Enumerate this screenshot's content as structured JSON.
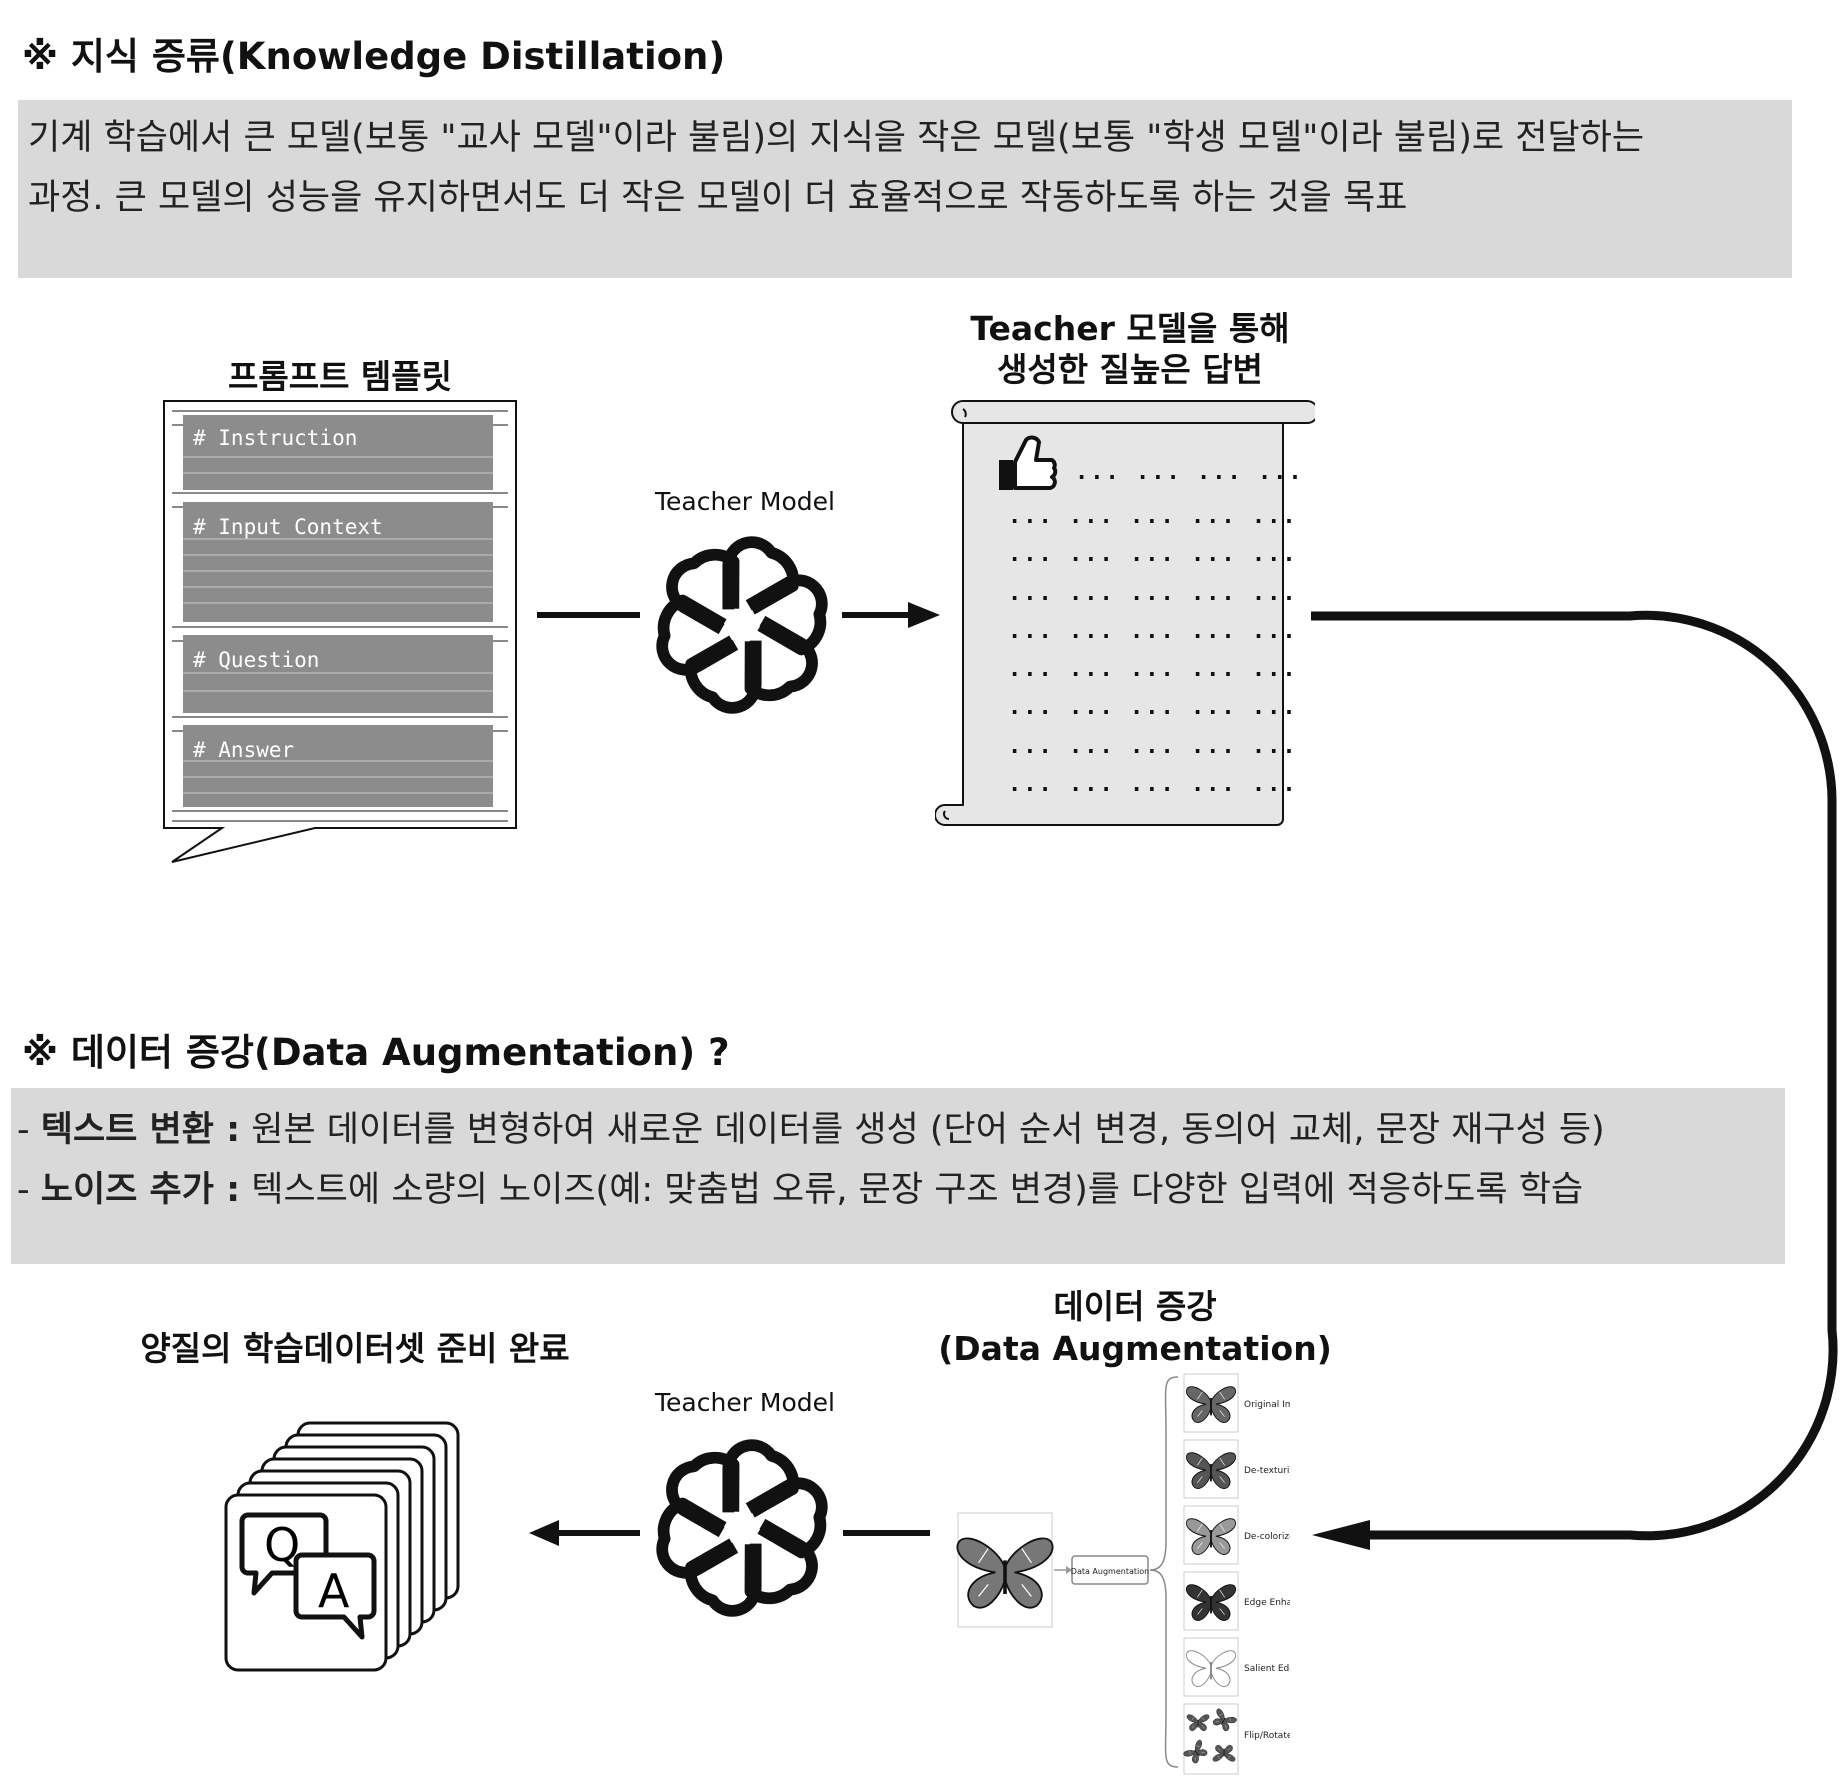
{
  "section1": {
    "title": "※ 지식 증류(Knowledge Distillation)",
    "desc_line1": "기계 학습에서 큰 모델(보통 \"교사 모델\"이라 불림)의 지식을 작은 모델(보통 \"학생 모델\"이라 불림)로 전달하는",
    "desc_line2": "과정.  큰 모델의 성능을 유지하면서도 더 작은 모델이 더 효율적으로 작동하도록 하는 것을 목표"
  },
  "prompt_template": {
    "title": "프롬프트 템플릿",
    "blocks": [
      "# Instruction",
      "# Input Context",
      "# Question",
      "# Answer"
    ]
  },
  "teacher_model_top": {
    "label": "Teacher Model"
  },
  "answer_scroll": {
    "title_line1": "Teacher 모델을 통해",
    "title_line2": "생성한 질높은 답변",
    "first_line": "... ... ... ...",
    "lines": [
      "... ... ... ... ...",
      "... ... ... ... ...",
      "... ... ... ... ...",
      "... ... ... ... ...",
      "... ... ... ... ...",
      "... ... ... ... ...",
      "... ... ... ... ...",
      "... ... ... ... ..."
    ]
  },
  "section2": {
    "title": "※ 데이터 증강(Data Augmentation) ?",
    "item1_label": "텍스트 변환 :",
    "item1_text": "원본 데이터를 변형하여 새로운 데이터를 생성 (단어 순서 변경, 동의어 교체, 문장 재구성 등)",
    "item2_label": "노이즈 추가 :",
    "item2_text": "텍스트에 소량의 노이즈(예: 맞춤법 오류, 문장 구조 변경)를 다양한 입력에 적응하도록 학습"
  },
  "dataset": {
    "title": "양질의 학습데이터셋 준비 완료",
    "q": "Q",
    "a": "A"
  },
  "teacher_model_bottom": {
    "label": "Teacher Model"
  },
  "augmentation": {
    "title_line1": "데이터 증강",
    "title_line2": "(Data Augmentation)",
    "box_label": "Data Augmentation",
    "outputs": [
      "Original Image",
      "De-texturized",
      "De-colorized",
      "Edge Enhanced",
      "Salient Edge Map",
      "Flip/Rotate"
    ]
  },
  "colors": {
    "box_gray": "#d9d9d9",
    "block_gray": "#8c8c8c",
    "scroll_fill": "#e6e6e6"
  }
}
